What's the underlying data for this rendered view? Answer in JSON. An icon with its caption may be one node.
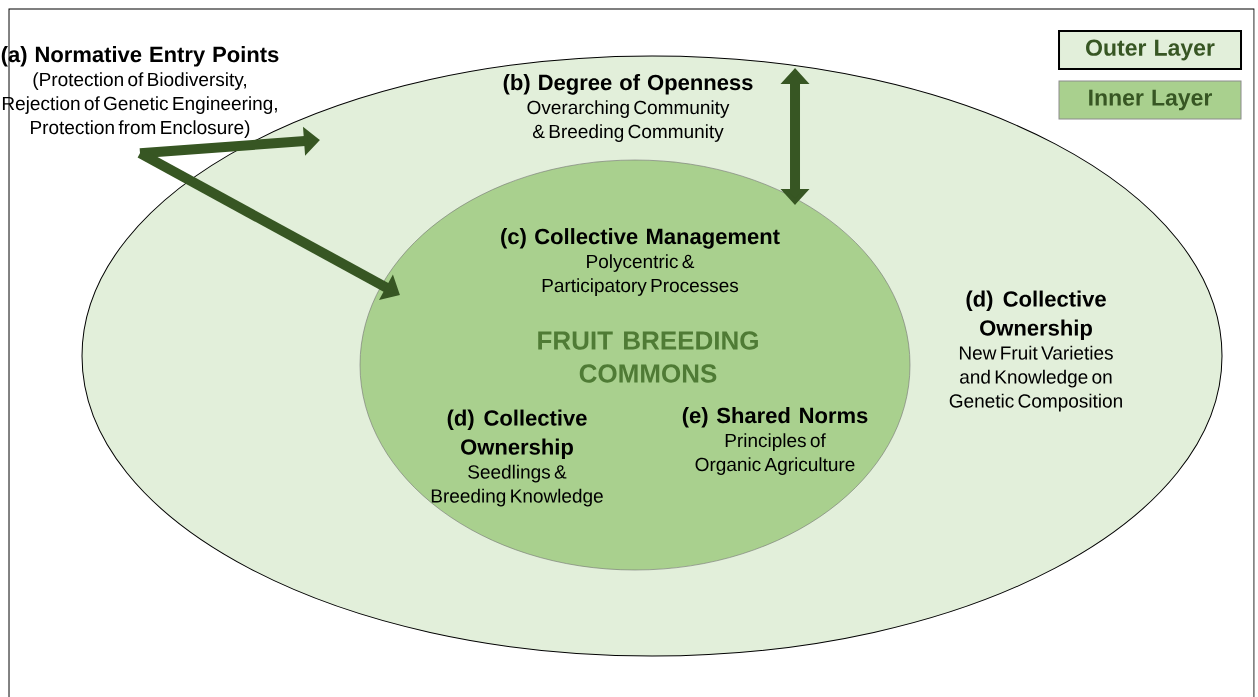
{
  "diagram": {
    "nodes": [
      {
        "text": [
          "(a) Normative Entry Points",
          "(Protection of Biodiversity, Rejection of Genetic Engineering, Protection from Enclosure)"
        ]
      },
      {
        "text": [],
        "shape": "ellipse"
      },
      {
        "text": [
          "(b) Degree of Openness",
          "Overarching Community & Breeding Community"
        ],
        "in": 1
      },
      {
        "text": [
          "(d) Collective Ownership",
          "New Fruit Varieties and Knowledge on Genetic Composition"
        ],
        "in": 1
      },
      {
        "text": [],
        "shape": "ellipse",
        "in": 1
      },
      {
        "text": [
          "(c) Collective Management",
          "Polycentric & Participatory Processes"
        ],
        "in": 4
      },
      {
        "text": [
          "FRUIT BREEDING COMMONS"
        ],
        "in": 4
      },
      {
        "text": [
          "(d) Collective Ownership",
          "Seedlings & Breeding Knowledge"
        ],
        "in": 4
      },
      {
        "text": [
          "(e) Shared Norms",
          "Principles of Organic Agriculture"
        ],
        "in": 4
      }
    ],
    "edges": [
      {
        "from": 0,
        "to": 1,
        "arrow": "to"
      },
      {
        "from": 0,
        "to": 4,
        "arrow": "to"
      },
      {
        "from": 1,
        "to": 4,
        "arrow": "both"
      }
    ],
    "legend": [
      {
        "text": "Outer Layer",
        "color": "#e2efda"
      },
      {
        "text": "Inner Layer",
        "color": "#a9d08e"
      }
    ]
  }
}
